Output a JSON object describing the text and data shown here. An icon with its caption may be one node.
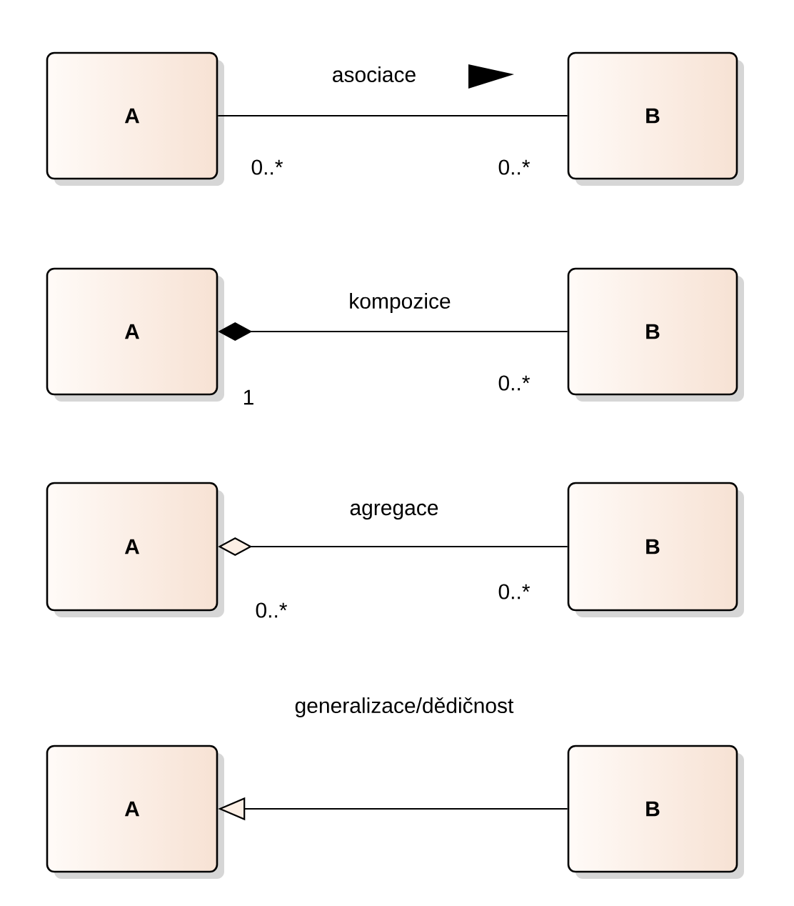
{
  "diagram": {
    "nodes": [
      {
        "text": [
          "A"
        ]
      },
      {
        "text": [
          "B"
        ]
      },
      {
        "text": [
          "A"
        ]
      },
      {
        "text": [
          "B"
        ]
      },
      {
        "text": [
          "A"
        ]
      },
      {
        "text": [
          "B"
        ]
      },
      {
        "text": [
          "A"
        ]
      },
      {
        "text": [
          "B"
        ]
      }
    ],
    "edges": [
      {
        "from": 0,
        "to": 1,
        "arrow": "none",
        "label": "asociace"
      },
      {
        "from": 2,
        "to": 3,
        "arrow": "other",
        "label": "kompozice"
      },
      {
        "from": 4,
        "to": 5,
        "arrow": "other",
        "label": "agregace"
      },
      {
        "from": 7,
        "to": 6,
        "arrow": "to",
        "label": "generalizace/dědičnost"
      }
    ],
    "labels": [
      "0..*",
      "0..*",
      "1",
      "0..*",
      "0..*",
      "0..*"
    ]
  }
}
